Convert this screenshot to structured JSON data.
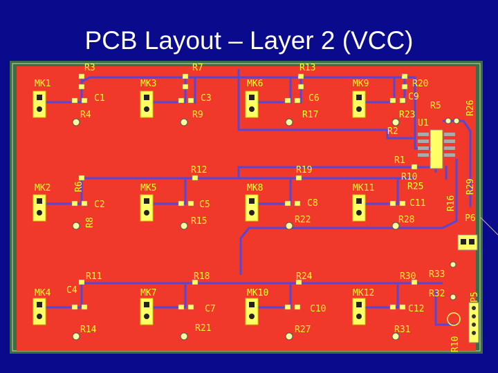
{
  "slide": {
    "title": "PCB Layout – Layer 2 (VCC)"
  },
  "colors": {
    "background": "#0a0a8c",
    "copper": "#f0392b",
    "silk": "#ffff33",
    "trace": "#5548d8",
    "frame": "#4a8a4a"
  },
  "labels": {
    "MK1": "MK1",
    "MK3": "MK3",
    "MK6": "MK6",
    "MK9": "MK9",
    "MK2": "MK2",
    "MK5": "MK5",
    "MK8": "MK8",
    "MK11": "MK11",
    "MK4": "MK4",
    "MK7": "MK7",
    "MK10": "MK10",
    "MK12": "MK12",
    "R3": "R3",
    "R7": "R7",
    "R13": "R13",
    "R20": "R20",
    "R26": "R26",
    "C1": "C1",
    "C3": "C3",
    "C6": "C6",
    "C9": "C9",
    "R5": "R5",
    "R4": "R4",
    "R9": "R9",
    "R17": "R17",
    "R23": "R23",
    "R2": "R2",
    "U1": "U1",
    "R1": "R1",
    "R12": "R12",
    "R19": "R19",
    "R10": "R10",
    "R25": "R25",
    "R6": "R6",
    "R29": "R29",
    "R16": "R16",
    "C2": "C2",
    "C5": "C5",
    "C8": "C8",
    "C11": "C11",
    "R8": "R8",
    "R15": "R15",
    "R22": "R22",
    "R28": "R28",
    "P6": "P6",
    "R11": "R11",
    "R18": "R18",
    "R24": "R24",
    "R30": "R30",
    "R33": "R33",
    "R32": "R32",
    "C4": "C4",
    "C7": "C7",
    "C10": "C10",
    "C12": "C12",
    "P5": "P5",
    "R14": "R14",
    "R21": "R21",
    "R27": "R27",
    "R31": "R31",
    "R10b": "R10"
  }
}
